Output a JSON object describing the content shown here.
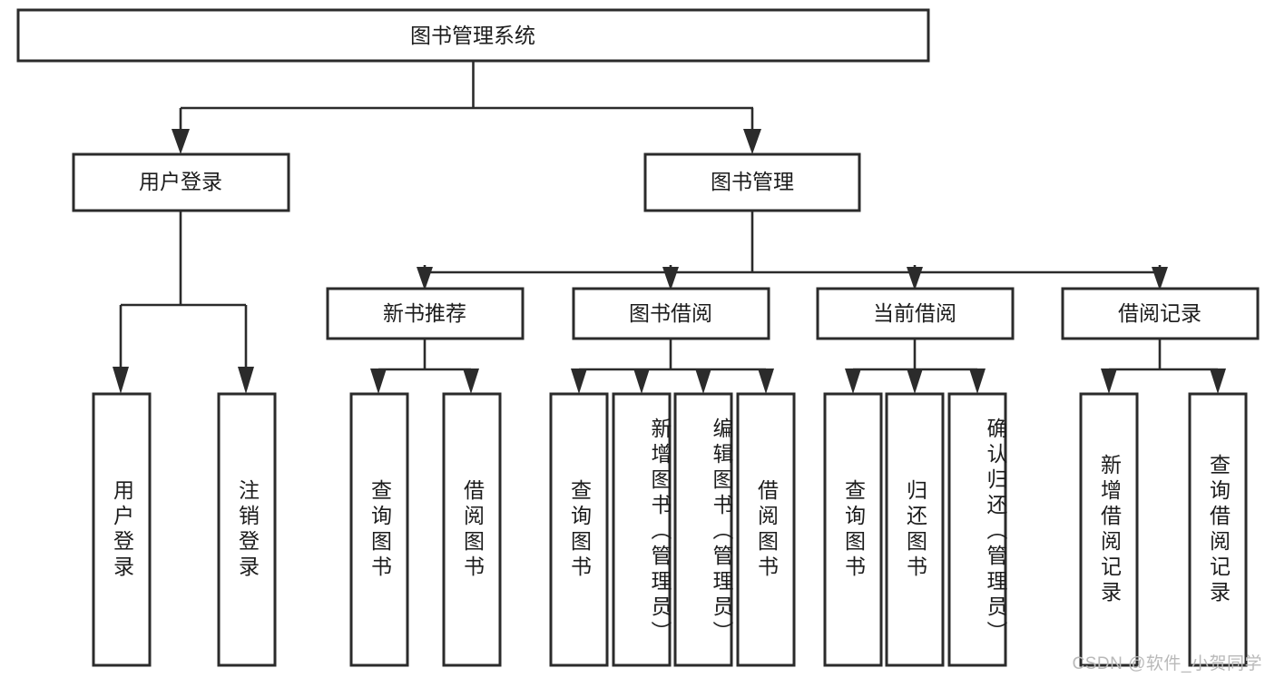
{
  "diagram": {
    "type": "tree-hierarchy",
    "title": "图书管理系统",
    "root": {
      "id": "root",
      "label": "图书管理系统"
    },
    "level2": [
      {
        "id": "user-login",
        "label": "用户登录"
      },
      {
        "id": "book-manage",
        "label": "图书管理"
      }
    ],
    "level3": [
      {
        "id": "new-book-recommend",
        "label": "新书推荐",
        "parent": "book-manage"
      },
      {
        "id": "book-borrow",
        "label": "图书借阅",
        "parent": "book-manage"
      },
      {
        "id": "current-borrow",
        "label": "当前借阅",
        "parent": "book-manage"
      },
      {
        "id": "borrow-record",
        "label": "借阅记录",
        "parent": "book-manage"
      }
    ],
    "leaves": [
      {
        "id": "leaf-user-login",
        "label": "用户登录",
        "parent": "user-login"
      },
      {
        "id": "leaf-logout-login",
        "label": "注销登录",
        "parent": "user-login"
      },
      {
        "id": "leaf-query-book-1",
        "label": "查询图书",
        "parent": "new-book-recommend"
      },
      {
        "id": "leaf-borrow-book-1",
        "label": "借阅图书",
        "parent": "new-book-recommend"
      },
      {
        "id": "leaf-query-book-2",
        "label": "查询图书",
        "parent": "book-borrow"
      },
      {
        "id": "leaf-add-book",
        "label": "新增图书（管理员）",
        "parent": "book-borrow"
      },
      {
        "id": "leaf-edit-book",
        "label": "编辑图书（管理员）",
        "parent": "book-borrow"
      },
      {
        "id": "leaf-borrow-book-2",
        "label": "借阅图书",
        "parent": "book-borrow"
      },
      {
        "id": "leaf-query-book-3",
        "label": "查询图书",
        "parent": "current-borrow"
      },
      {
        "id": "leaf-return-book",
        "label": "归还图书",
        "parent": "current-borrow"
      },
      {
        "id": "leaf-confirm-return",
        "label": "确认归还（管理员）",
        "parent": "current-borrow"
      },
      {
        "id": "leaf-add-record",
        "label": "新增借阅记录",
        "parent": "borrow-record"
      },
      {
        "id": "leaf-query-record",
        "label": "查询借阅记录",
        "parent": "borrow-record"
      }
    ],
    "colors": {
      "stroke": "#2b2b2b",
      "fill": "#ffffff",
      "text": "#1c1c1c",
      "watermark": "#b9b9b9"
    }
  },
  "watermark": {
    "text": "CSDN @软件_小贺同学"
  }
}
